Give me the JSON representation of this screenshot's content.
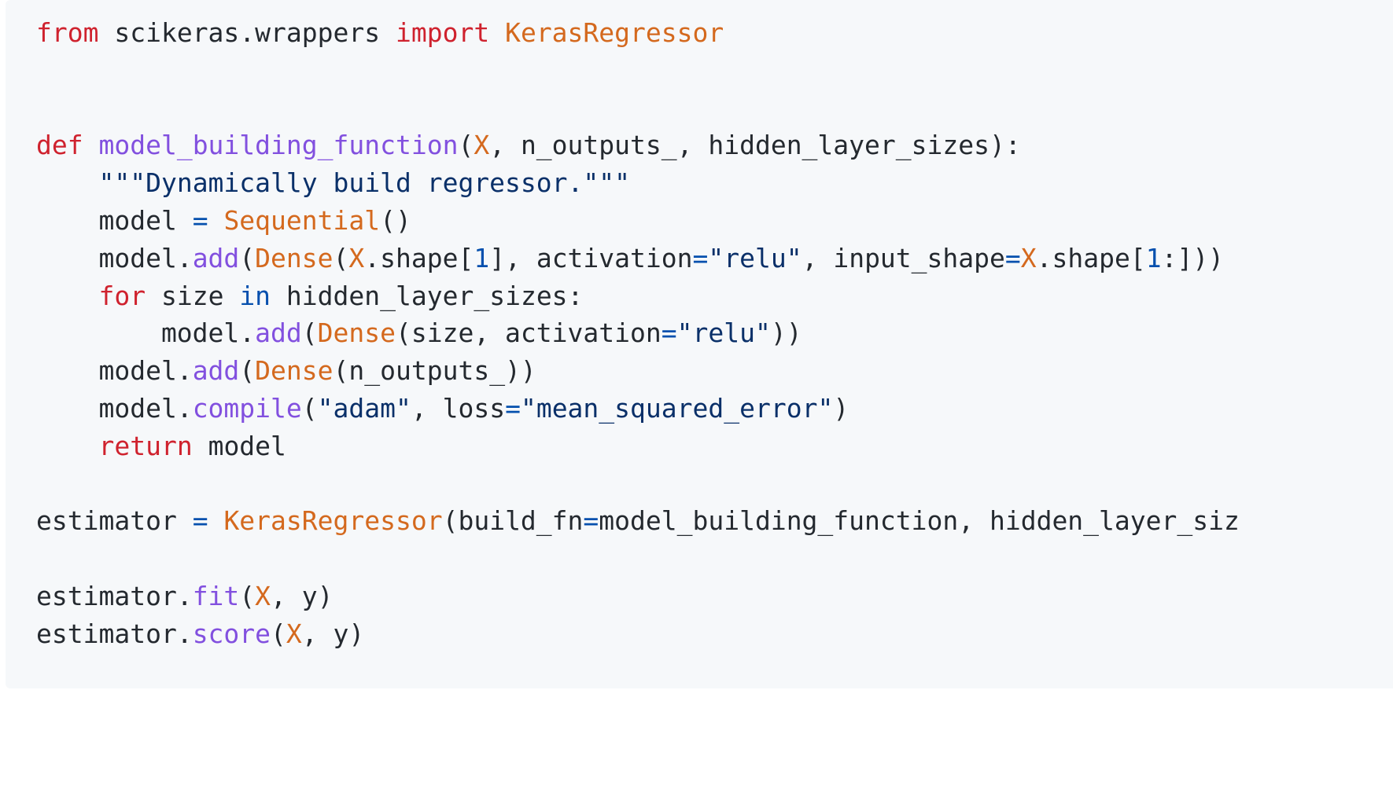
{
  "code_lines": [
    [
      {
        "t": "from",
        "c": "kw"
      },
      {
        "t": " scikeras.wrappers ",
        "c": "txt"
      },
      {
        "t": "import",
        "c": "kw"
      },
      {
        "t": " ",
        "c": "txt"
      },
      {
        "t": "KerasRegressor",
        "c": "cls"
      }
    ],
    [],
    [],
    [
      {
        "t": "def",
        "c": "kw"
      },
      {
        "t": " ",
        "c": "txt"
      },
      {
        "t": "model_building_function",
        "c": "fn"
      },
      {
        "t": "(",
        "c": "txt"
      },
      {
        "t": "X",
        "c": "var"
      },
      {
        "t": ", n_outputs_, hidden_layer_sizes):",
        "c": "txt"
      }
    ],
    [
      {
        "t": "    ",
        "c": "txt"
      },
      {
        "t": "\"\"\"Dynamically build regressor.\"\"\"",
        "c": "str"
      }
    ],
    [
      {
        "t": "    model ",
        "c": "txt"
      },
      {
        "t": "=",
        "c": "op"
      },
      {
        "t": " ",
        "c": "txt"
      },
      {
        "t": "Sequential",
        "c": "cls"
      },
      {
        "t": "()",
        "c": "txt"
      }
    ],
    [
      {
        "t": "    model.",
        "c": "txt"
      },
      {
        "t": "add",
        "c": "fn"
      },
      {
        "t": "(",
        "c": "txt"
      },
      {
        "t": "Dense",
        "c": "cls"
      },
      {
        "t": "(",
        "c": "txt"
      },
      {
        "t": "X",
        "c": "var"
      },
      {
        "t": ".shape[",
        "c": "txt"
      },
      {
        "t": "1",
        "c": "num"
      },
      {
        "t": "], activation",
        "c": "txt"
      },
      {
        "t": "=",
        "c": "op"
      },
      {
        "t": "\"relu\"",
        "c": "str"
      },
      {
        "t": ", input_shape",
        "c": "txt"
      },
      {
        "t": "=",
        "c": "op"
      },
      {
        "t": "X",
        "c": "var"
      },
      {
        "t": ".shape[",
        "c": "txt"
      },
      {
        "t": "1",
        "c": "num"
      },
      {
        "t": ":]))",
        "c": "txt"
      }
    ],
    [
      {
        "t": "    ",
        "c": "txt"
      },
      {
        "t": "for",
        "c": "kw"
      },
      {
        "t": " size ",
        "c": "txt"
      },
      {
        "t": "in",
        "c": "kw2"
      },
      {
        "t": " hidden_layer_sizes:",
        "c": "txt"
      }
    ],
    [
      {
        "t": "        model.",
        "c": "txt"
      },
      {
        "t": "add",
        "c": "fn"
      },
      {
        "t": "(",
        "c": "txt"
      },
      {
        "t": "Dense",
        "c": "cls"
      },
      {
        "t": "(size, activation",
        "c": "txt"
      },
      {
        "t": "=",
        "c": "op"
      },
      {
        "t": "\"relu\"",
        "c": "str"
      },
      {
        "t": "))",
        "c": "txt"
      }
    ],
    [
      {
        "t": "    model.",
        "c": "txt"
      },
      {
        "t": "add",
        "c": "fn"
      },
      {
        "t": "(",
        "c": "txt"
      },
      {
        "t": "Dense",
        "c": "cls"
      },
      {
        "t": "(n_outputs_))",
        "c": "txt"
      }
    ],
    [
      {
        "t": "    model.",
        "c": "txt"
      },
      {
        "t": "compile",
        "c": "fn"
      },
      {
        "t": "(",
        "c": "txt"
      },
      {
        "t": "\"adam\"",
        "c": "str"
      },
      {
        "t": ", loss",
        "c": "txt"
      },
      {
        "t": "=",
        "c": "op"
      },
      {
        "t": "\"mean_squared_error\"",
        "c": "str"
      },
      {
        "t": ")",
        "c": "txt"
      }
    ],
    [
      {
        "t": "    ",
        "c": "txt"
      },
      {
        "t": "return",
        "c": "kw"
      },
      {
        "t": " model",
        "c": "txt"
      }
    ],
    [],
    [
      {
        "t": "estimator ",
        "c": "txt"
      },
      {
        "t": "=",
        "c": "op"
      },
      {
        "t": " ",
        "c": "txt"
      },
      {
        "t": "KerasRegressor",
        "c": "cls"
      },
      {
        "t": "(build_fn",
        "c": "txt"
      },
      {
        "t": "=",
        "c": "op"
      },
      {
        "t": "model_building_function, hidden_layer_siz",
        "c": "txt"
      }
    ],
    [],
    [
      {
        "t": "estimator.",
        "c": "txt"
      },
      {
        "t": "fit",
        "c": "fn"
      },
      {
        "t": "(",
        "c": "txt"
      },
      {
        "t": "X",
        "c": "var"
      },
      {
        "t": ", y)",
        "c": "txt"
      }
    ],
    [
      {
        "t": "estimator.",
        "c": "txt"
      },
      {
        "t": "score",
        "c": "fn"
      },
      {
        "t": "(",
        "c": "txt"
      },
      {
        "t": "X",
        "c": "var"
      },
      {
        "t": ", y)",
        "c": "txt"
      }
    ]
  ]
}
